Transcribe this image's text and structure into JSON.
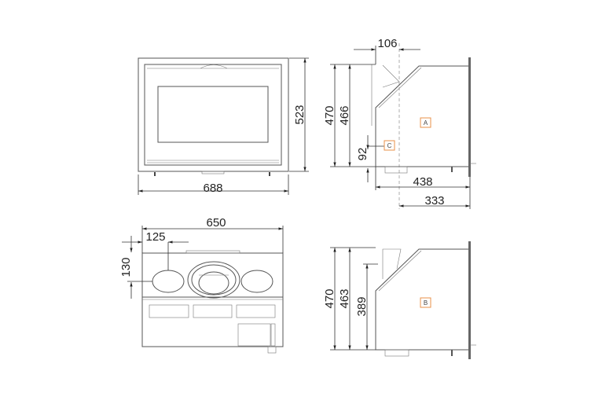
{
  "front_view": {
    "width": "688",
    "height": "523"
  },
  "side_view_a": {
    "height_outer": "470",
    "height_inner": "466",
    "flue_offset": "106",
    "inlet_height": "92",
    "depth": "438",
    "flue_depth": "333",
    "label_a": "A",
    "label_c": "C"
  },
  "top_view": {
    "width": "650",
    "flue_x": "125",
    "flue_y": "130"
  },
  "side_view_b": {
    "height_outer": "470",
    "height_inner": "463",
    "height_flue": "389",
    "label_b": "B"
  },
  "colors": {
    "label_box": "#e8904a",
    "line": "#555555"
  }
}
